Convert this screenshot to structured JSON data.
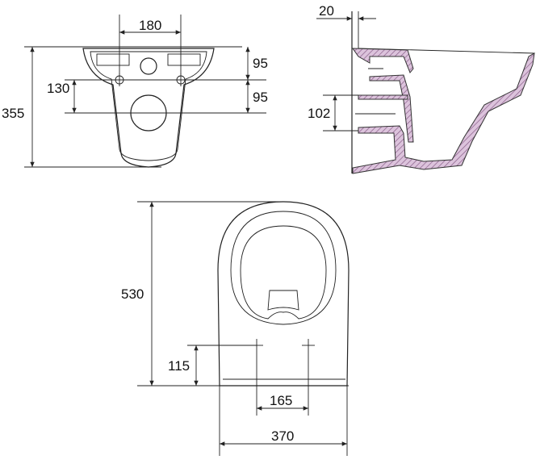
{
  "colors": {
    "line": "#222222",
    "section_hatch": "#c9a6c9"
  },
  "front_view": {
    "dim_width_holes": "180",
    "dim_total_height": "355",
    "dim_hole_height": "130",
    "dim_upper": "95",
    "dim_lower": "95"
  },
  "side_view": {
    "dim_wall_gap": "20",
    "dim_outlet": "102"
  },
  "top_view": {
    "dim_length": "530",
    "dim_bolt_offset": "115",
    "dim_bolt_spacing": "165",
    "dim_width": "370"
  }
}
